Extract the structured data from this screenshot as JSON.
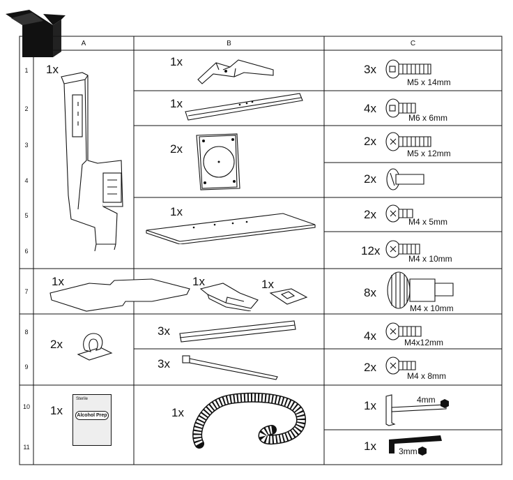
{
  "columns": [
    "A",
    "B",
    "C"
  ],
  "rows": [
    "1",
    "2",
    "3",
    "4",
    "5",
    "6",
    "7",
    "8",
    "9",
    "10",
    "11"
  ],
  "colA": {
    "stand_qty": "1x",
    "clip_qty": "2x",
    "prep_qty": "1x",
    "prep_sterile": "Sterile",
    "prep_label": "Alcohol Prep"
  },
  "colB": {
    "base_qty": "1x",
    "bar_qty": "1x",
    "vesa_qty": "2x",
    "plate_qty": "1x",
    "pad_qty": "1x",
    "clamp_qty": "1x",
    "bracket_qty": "1x",
    "strip_qty": "3x",
    "tie_qty": "3x",
    "cable_qty": "1x"
  },
  "colC": {
    "c1_qty": "3x",
    "c1_dim": "M5 x 14mm",
    "c2_qty": "4x",
    "c2_dim": "M6 x 6mm",
    "c3_qty": "2x",
    "c3_dim": "M5 x 12mm",
    "c4_qty": "2x",
    "c5_qty": "2x",
    "c5_dim": "M4 x 5mm",
    "c6_qty": "12x",
    "c6_dim": "M4 x 10mm",
    "c7_qty": "8x",
    "c7_dim": "M4 x 10mm",
    "c8_qty": "4x",
    "c8_dim": "M4x12mm",
    "c9_qty": "2x",
    "c9_dim": "M4 x 8mm",
    "c10_qty": "1x",
    "c10_dim": "4mm",
    "c11_qty": "1x",
    "c11_dim": "3mm"
  }
}
